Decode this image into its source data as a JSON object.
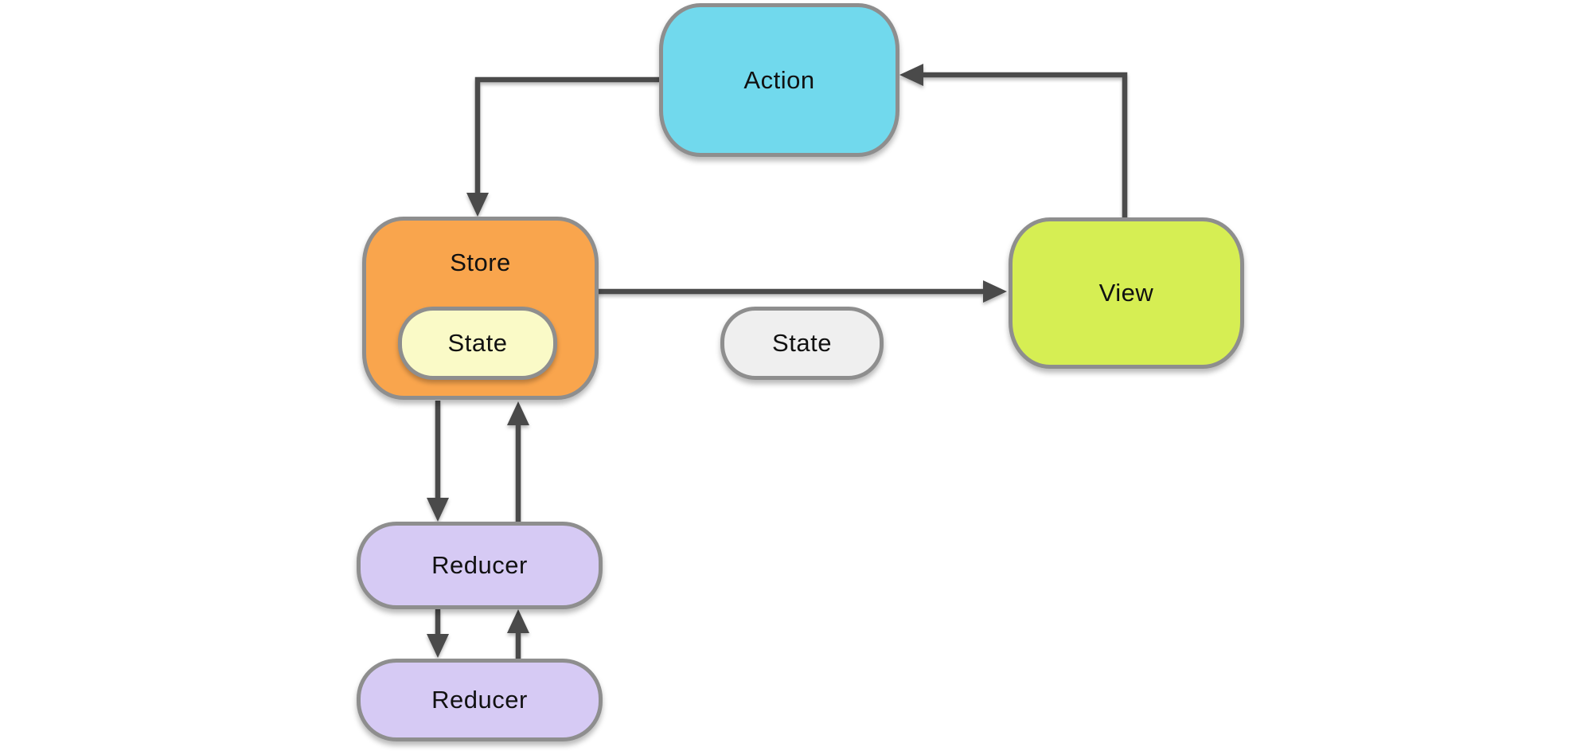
{
  "diagram": {
    "nodes": {
      "action": {
        "label": "Action",
        "fill": "#71D9ED"
      },
      "store": {
        "label": "Store",
        "fill": "#F9A54D"
      },
      "store_state": {
        "label": "State",
        "fill": "#FAFAC7"
      },
      "state": {
        "label": "State",
        "fill": "#EFEFEF"
      },
      "view": {
        "label": "View",
        "fill": "#D6EE53"
      },
      "reducer_top": {
        "label": "Reducer",
        "fill": "#D6CAF4"
      },
      "reducer_bottom": {
        "label": "Reducer",
        "fill": "#D6CAF4"
      }
    },
    "colors": {
      "border": "#8E8E8E",
      "arrow": "#4A4A4A",
      "text": "#111111",
      "background": "#FFFFFF"
    }
  }
}
